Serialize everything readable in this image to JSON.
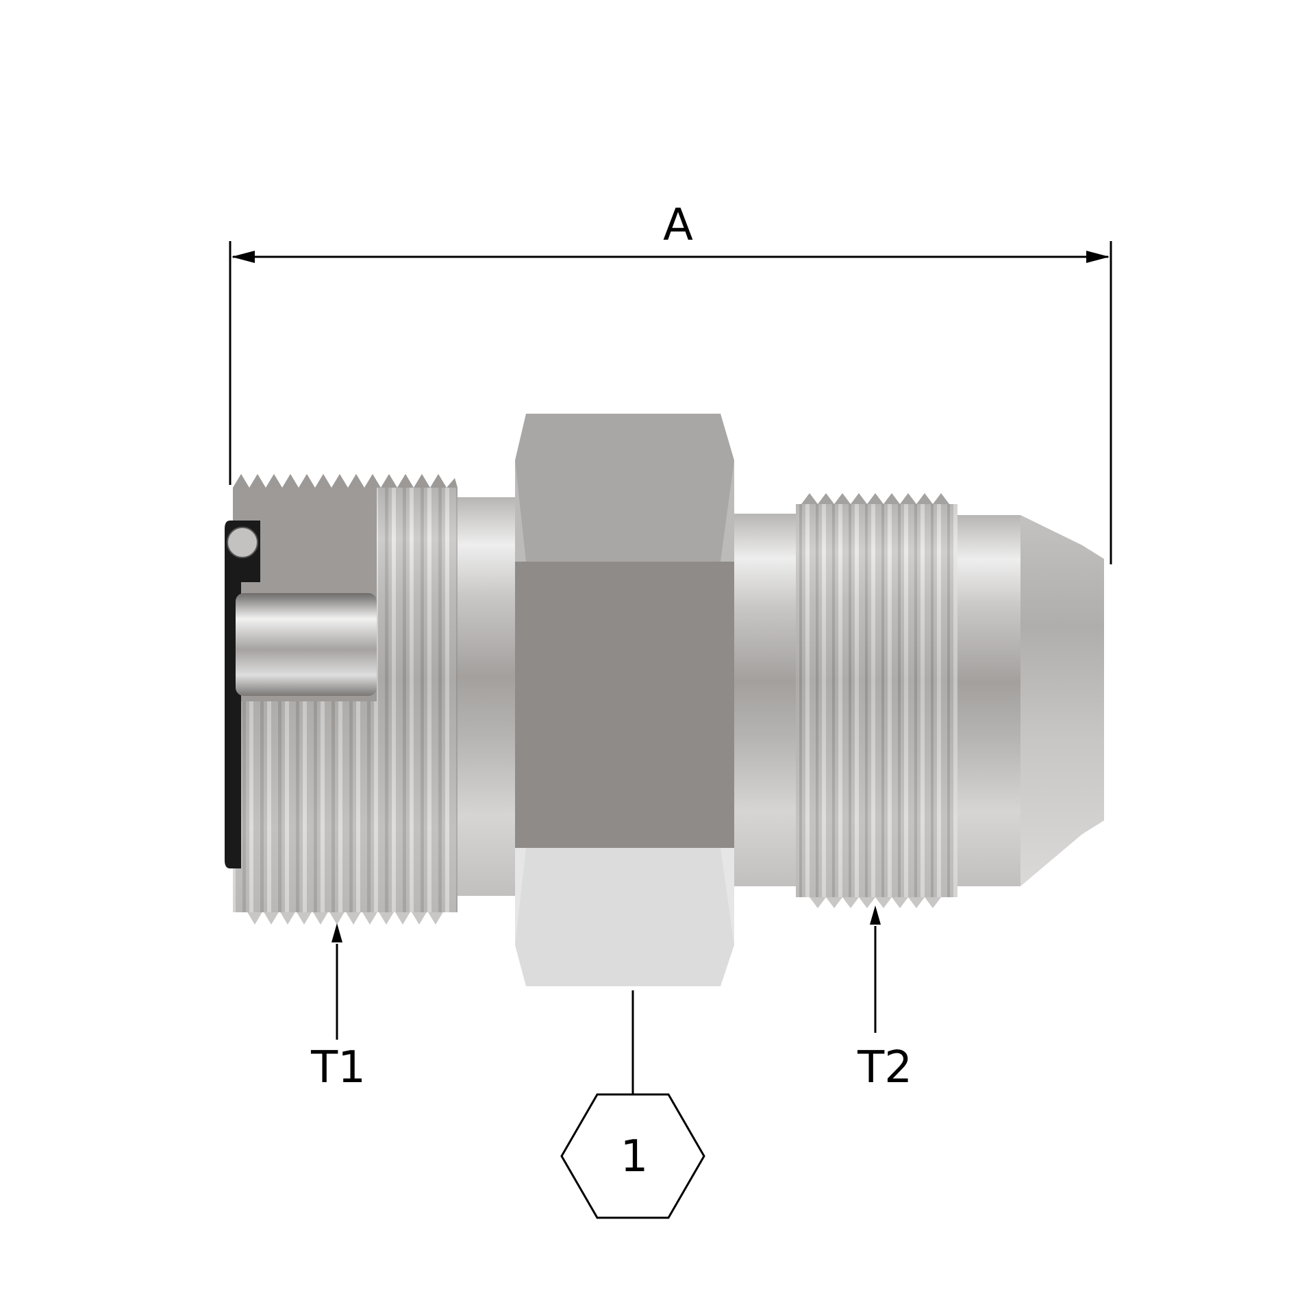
{
  "labels": {
    "dimension_a": "A",
    "thread_1": "T1",
    "thread_2": "T2",
    "hex_size": "1"
  },
  "colors": {
    "background": "#ffffff",
    "line": "#000000",
    "metal_light": "#dcdcdc",
    "metal_mid": "#a9a9a9",
    "metal_dark": "#8f8b89",
    "seal": "#1a1a1a"
  }
}
